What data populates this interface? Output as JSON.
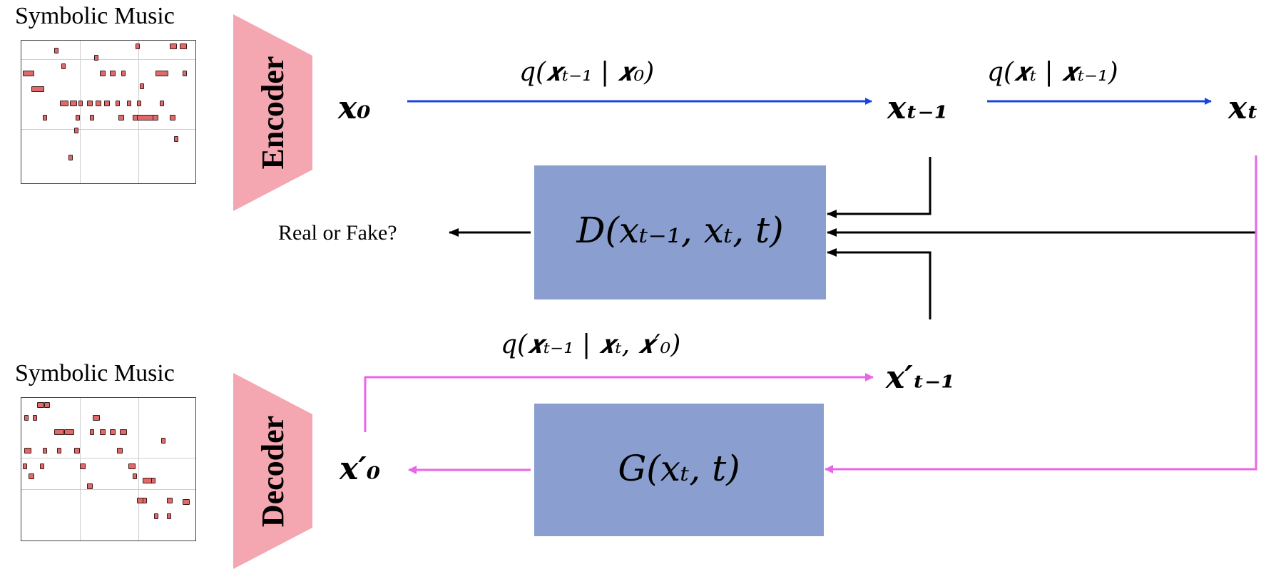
{
  "top_caption": "Symbolic Music",
  "bottom_caption": "Symbolic Music",
  "encoder_label": "Encoder",
  "decoder_label": "Decoder",
  "real_or_fake": "Real or Fake?",
  "nodes": {
    "x0": "𝒙₀",
    "xt_minus_1": "𝒙ₜ₋₁",
    "xt": "𝒙ₜ",
    "x0_prime": "𝒙′₀",
    "xt_minus_1_prime": "𝒙′ₜ₋₁"
  },
  "edges": {
    "q_forward_1": "q(𝒙ₜ₋₁ | 𝒙₀)",
    "q_forward_2": "q(𝒙ₜ | 𝒙ₜ₋₁)",
    "q_posterior": "q(𝒙ₜ₋₁ | 𝒙ₜ, 𝒙′₀)"
  },
  "discriminator_label": "D(xₜ₋₁, xₜ, t)",
  "generator_label": "G(xₜ, t)",
  "colors": {
    "encoder_decoder_fill": "#f4a6b1",
    "box_fill": "#8a9fcf",
    "forward_arrow": "#1a44e0",
    "generator_arrow": "#e865e8",
    "note_fill": "#e06a6a"
  }
}
